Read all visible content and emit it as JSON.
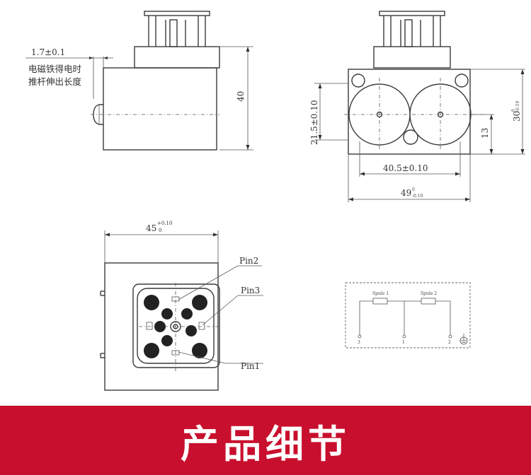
{
  "side_view": {
    "stroke_dim": "1.7±0.1",
    "stroke_note_line1": "电磁铁得电时",
    "stroke_note_line2": "推杆伸出长度",
    "height_dim": "40"
  },
  "front_view": {
    "dim_vertical_pitch": "21.5±0.10",
    "dim_center_offset": "13",
    "dim_height": "30",
    "dim_height_tol_upper": "0",
    "dim_height_tol_lower": "-0.10",
    "dim_horizontal_pitch": "40.5±0.10",
    "dim_width": "49",
    "dim_width_tol_upper": "0",
    "dim_width_tol_lower": "-0.10"
  },
  "connector_view": {
    "dim_width": "45",
    "dim_width_tol_upper": "+0.10",
    "dim_width_tol_lower": "0",
    "pin2_label": "Pin2",
    "pin3_label": "Pin3",
    "pin1_label": "Pin1"
  },
  "schematic": {
    "coil1_label": "Spule 1",
    "coil2_label": "Spule 2",
    "terminal_3": "3",
    "terminal_1": "1",
    "terminal_2": "2"
  },
  "banner": {
    "title": "产品细节"
  }
}
